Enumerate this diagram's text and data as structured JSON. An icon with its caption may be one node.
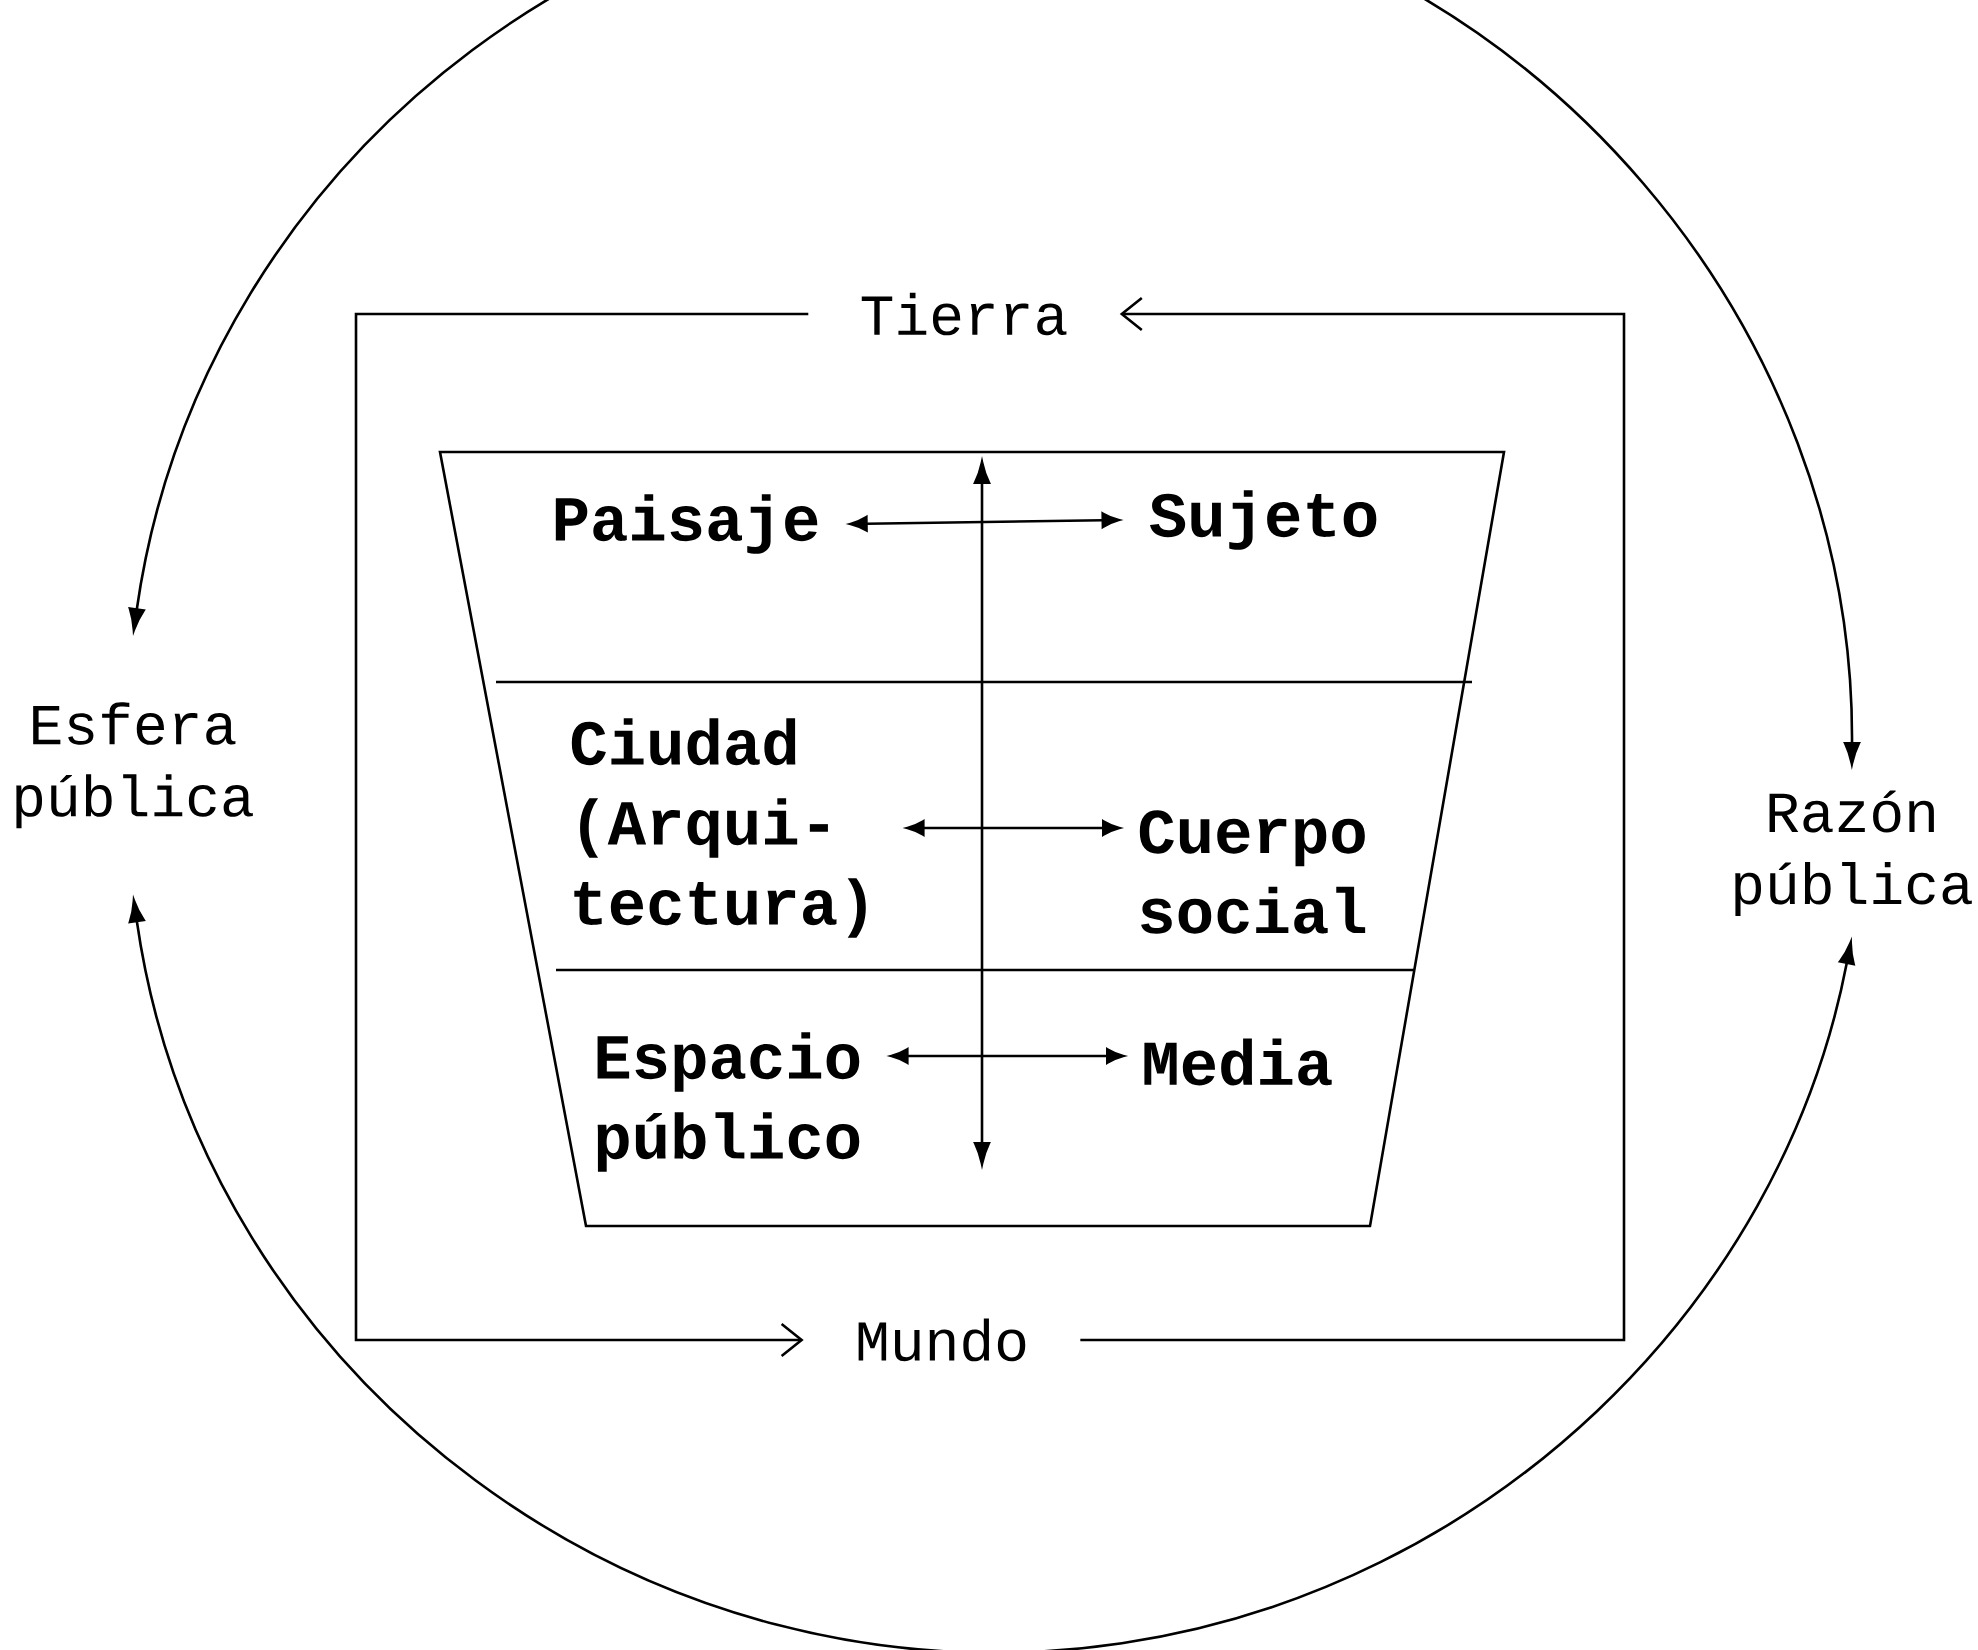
{
  "diagram": {
    "nodes": [
      {
        "text": [
          "Esfera pública"
        ]
      },
      {
        "text": [
          "Razón pública"
        ]
      },
      {
        "text": [
          "Tierra"
        ]
      },
      {
        "text": [
          "Mundo"
        ]
      },
      {
        "text": [],
        "shape": "trapezoid"
      },
      {
        "text": [
          "Paisaje"
        ],
        "in": 4
      },
      {
        "text": [
          "Sujeto"
        ],
        "in": 4
      },
      {
        "text": [
          "Ciudad (Arqui- tectura)"
        ],
        "in": 4
      },
      {
        "text": [
          "Cuerpo social"
        ],
        "in": 4
      },
      {
        "text": [
          "Espacio público"
        ],
        "in": 4
      },
      {
        "text": [
          "Media"
        ],
        "in": 4
      }
    ],
    "edges": [
      {
        "from": 0,
        "to": 1,
        "arrow": "both"
      },
      {
        "from": 0,
        "to": 1,
        "arrow": "both"
      },
      {
        "from": 3,
        "to": 2,
        "arrow": "to"
      },
      {
        "from": 2,
        "to": 3,
        "arrow": "to"
      },
      {
        "from": 5,
        "to": 6,
        "arrow": "both"
      },
      {
        "from": 7,
        "to": 8,
        "arrow": "both"
      },
      {
        "from": 9,
        "to": 10,
        "arrow": "both"
      }
    ]
  }
}
